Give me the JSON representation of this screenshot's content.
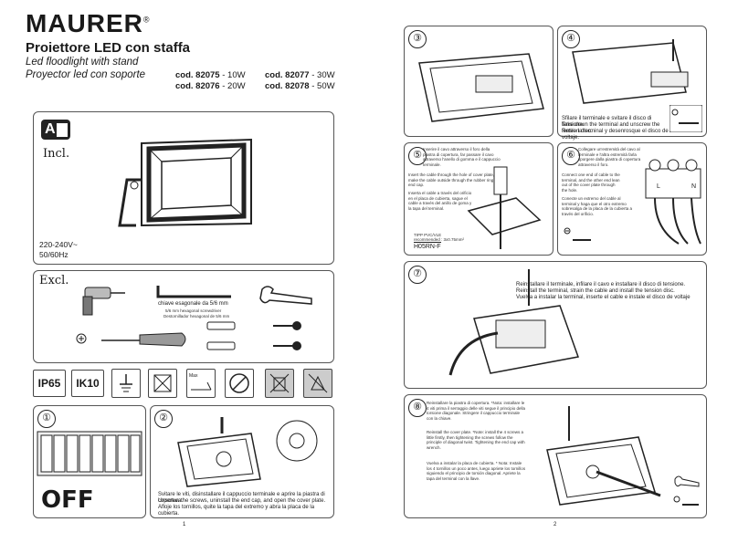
{
  "header": {
    "brand": "MAURER",
    "brand_mark": "®",
    "title": "Proiettore LED con staffa",
    "subtitle_en": "Led floodlight with stand",
    "subtitle_es": "Proyector led con soporte"
  },
  "codes": [
    {
      "code": "cod. 82075",
      "power": " - 10W"
    },
    {
      "code": "cod. 82077",
      "power": " - 30W"
    },
    {
      "code": "cod. 82076",
      "power": " - 20W"
    },
    {
      "code": "cod. 82078",
      "power": " - 50W"
    }
  ],
  "incl": {
    "badge": "A",
    "label": "Incl.",
    "voltage": "220-240V~",
    "freq": "50/60Hz"
  },
  "excl": {
    "label": "Excl.",
    "hex_key": "chiave esagonale da 5/6 mm",
    "hex_key_en": "5/6 mm hexagonal screwdriver",
    "hex_key_es": "Destornillador hexagonal de 5/6 mm"
  },
  "ratings": {
    "ip": "IP65",
    "ik": "IK10",
    "max_label": "Max"
  },
  "step1": {
    "num": "①",
    "off": "OFF"
  },
  "step2": {
    "num": "②",
    "it": "Svitare le viti, disinstallare il cappuccio terminale e aprire la piastra di copertura.",
    "en": "Unscrew the screws, uninstall the end cap, and open the cover plate.",
    "es": "Afloje los tornillos, quite la tapa del extremo y abra la placa de la cubierta."
  },
  "step3": {
    "num": "③"
  },
  "step4": {
    "num": "④",
    "it": "Sfilare il terminale e svitare il disco di tensione.",
    "en": "Take down the terminal and unscrew the tension disc.",
    "es": "Retire la terminal y desenrosque el disco de voltaje."
  },
  "step5": {
    "num": "⑤",
    "it": "Inserire il cavo attraverso il foro della piastra di copertura, far passare il cavo attraverso l'anello di gomma e il cappuccio terminale.",
    "en": "Insert the cable through the hole of cover plate, make the cable outside through the rubber ring and end cap.",
    "es": "Inserta el cable a través del orificio en el placa de cubierta, sague el cable a través del anillo de goma y la tapa del terminal.",
    "cable_note": "H05RN-F",
    "cable_note_small": "TIPP PVC/VLE",
    "cable_note_small2": "recommended : 3x0.75mm²"
  },
  "step6": {
    "num": "⑥",
    "it": "Collegare un'estremità del cavo al terminale e l'altra estremità farla sporgere dalla piastra di copertura attraverso il foro.",
    "en": "Connect one end of cable to the terminal, and the other end lean out of the cover plate through the hole.",
    "es": "Conecte un extremo del cable al terminal y haga que el otro extremo sobresalga de la placa de la cubierta a través del orificio.",
    "term_l": "L",
    "term_n": "N"
  },
  "step7": {
    "num": "⑦",
    "it": "Reinstallare il terminale, infilare il cavo e installare il disco di tensione.",
    "en": "Reinstall the terminal, strain the cable and install the tension disc.",
    "es": "Vuelva a instalar la terminal, inserte el cable e instale el disco de voltaje"
  },
  "step8": {
    "num": "⑧",
    "it": "Reinstallare la piastra di copertura. *Nota: installare le 4 viti prima il serraggio delle viti segue il principio della torsione diagonale. Stringere il cappuccio terminale con la chiave.",
    "en": "Reinstall the cover plate. *Note: install the 4 screws a little firstly, then tightening the screws follow the principle of diagonal twist. Tightening the end cap with wrench.",
    "es": "Vuelva a instalar la placa de cubierta. * Nota: Instale los 4 tornillos un poco antes, luego apriete los tornillos siguiendo el principio de torsión diagonal. Apriete la tapa del terminal con la llave."
  },
  "pages": {
    "left": "1",
    "right": "2"
  },
  "colors": {
    "stroke": "#333333",
    "panel_border": "#555555",
    "ink": "#1a1a1a"
  }
}
